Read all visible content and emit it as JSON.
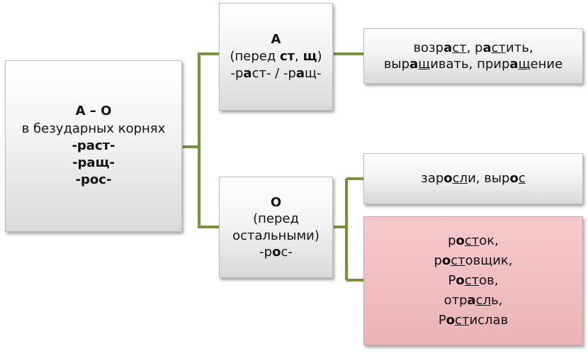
{
  "root": {
    "title": "А – О",
    "subtitle": "в безударных корнях",
    "roots": [
      "-раст-",
      "-ращ-",
      "-рос-"
    ]
  },
  "branch_a": {
    "title": "А",
    "cond_open": "(перед ",
    "cond_st": "ст",
    "cond_sep": ", ",
    "cond_sch": "щ",
    "cond_close": ")",
    "root_line": {
      "p1": "-р",
      "v1": "а",
      "p2": "ст- / -р",
      "v2": "а",
      "p3": "щ-"
    }
  },
  "examples_a": {
    "line1": {
      "p1": "возр",
      "v1": "а",
      "u1": "ст",
      "p2": ", р",
      "v2": "а",
      "u2": "ст",
      "p3": "ить,"
    },
    "line2": {
      "p1": "выр",
      "v1": "а",
      "u1": "щ",
      "p2": "ивать, прир",
      "v2": "а",
      "u2": "щ",
      "p3": "ение"
    }
  },
  "branch_o": {
    "title": "О",
    "cond_line1": "(перед",
    "cond_line2": "остальными)",
    "root_line": {
      "p1": "-р",
      "v1": "о",
      "p2": "с-"
    }
  },
  "examples_o": {
    "p1": "зар",
    "v1": "о",
    "u1": "сл",
    "p2": "и, выр",
    "v2": "о",
    "u2": "с"
  },
  "exceptions": [
    {
      "p1": "р",
      "v1": "о",
      "u1": "ст",
      "p2": "ок,"
    },
    {
      "p1": "р",
      "v1": "о",
      "u1": "ст",
      "p2": "овщик,"
    },
    {
      "p1": "Р",
      "v1": "о",
      "u1": "ст",
      "p2": "ов,"
    },
    {
      "p1": "отр",
      "v1": "а",
      "u1": "сл",
      "p2": "ь,"
    },
    {
      "p1": "Р",
      "v1": "о",
      "u1": "ст",
      "p2": "ислав"
    }
  ],
  "colors": {
    "connector": "#77933c",
    "exception_bg": "#f2c0c2"
  }
}
